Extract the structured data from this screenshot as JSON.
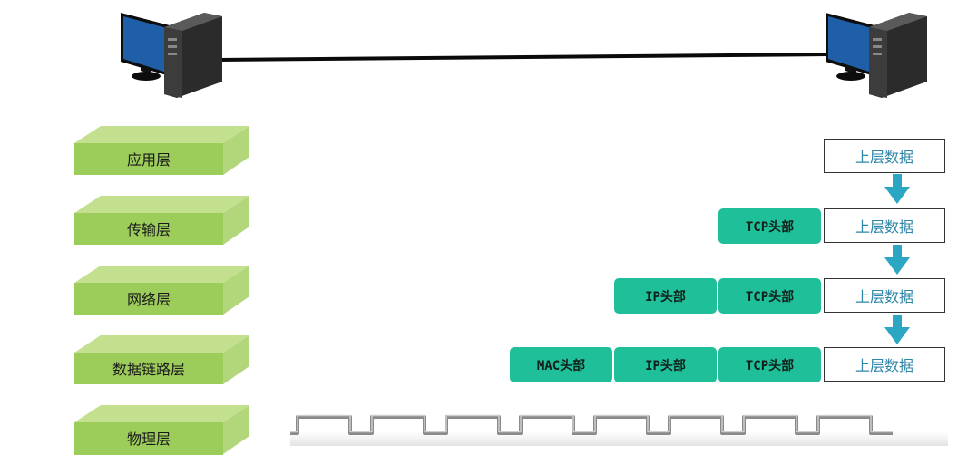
{
  "colors": {
    "layer_front": "#9ccc5a",
    "layer_top": "#c3e08f",
    "layer_side": "#b2d67a",
    "header": "#1fbf9a",
    "arrow": "#2ba7c4",
    "data_text": "#2e86a8"
  },
  "layers": [
    {
      "label": "应用层"
    },
    {
      "label": "传输层"
    },
    {
      "label": "网络层"
    },
    {
      "label": "数据链路层"
    },
    {
      "label": "物理层"
    }
  ],
  "headers": {
    "mac": "MAC头部",
    "ip": "IP头部",
    "tcp": "TCP头部"
  },
  "data_label": "上层数据",
  "icons": [
    "computer-icon",
    "arrow-down-icon",
    "square-wave"
  ]
}
